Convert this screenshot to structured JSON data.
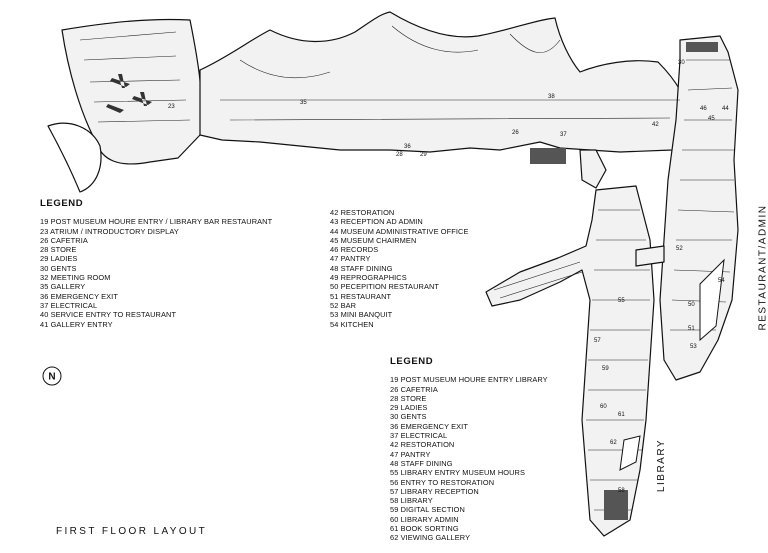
{
  "title": "FIRST FLOOR LAYOUT",
  "legend_left": {
    "heading": "LEGEND",
    "col1": [
      "19 POST MUSEUM HOURE ENTRY / LIBRARY BAR RESTAURANT",
      "23 ATRIUM / INTRODUCTORY DISPLAY",
      "26 CAFETRIA",
      "28 STORE",
      "29 LADIES",
      "30 GENTS",
      "32 MEETING ROOM",
      "35 GALLERY",
      "36 EMERGENCY EXIT",
      "37 ELECTRICAL",
      "40 SERVICE ENTRY TO RESTAURANT",
      "41 GALLERY ENTRY"
    ],
    "col2": [
      "42 RESTORATION",
      "43 RECEPTION AD ADMIN",
      "44 MUSEUM ADMINISTRATIVE OFFICE",
      "45 MUSEUM CHAIRMEN",
      "46 RECORDS",
      "47 PANTRY",
      "48 STAFF DINING",
      "49 REPROGRAPHICS",
      "50 PECEPITION RESTAURANT",
      "51 RESTAURANT",
      "52 BAR",
      "53 MINI BANQUIT",
      "54 KITCHEN"
    ]
  },
  "legend_right": {
    "heading": "LEGEND",
    "items": [
      "19 POST MUSEUM HOURE ENTRY LIBRARY",
      "26 CAFETRIA",
      "28 STORE",
      "29 LADIES",
      "30 GENTS",
      "36 EMERGENCY EXIT",
      "37 ELECTRICAL",
      "42 RESTORATION",
      "47 PANTRY",
      "48 STAFF DINING",
      "55 LIBRARY ENTRY MUSEUM HOURS",
      "56 ENTRY TO RESTORATION",
      "57 LIBRARY RECEPTION",
      "58 LIBRARY",
      "59 DIGITAL SECTION",
      "60 LIBRARY ADMIN",
      "61 BOOK SORTING",
      "62 VIEWING GALLERY"
    ]
  },
  "wing_labels": {
    "restaurant_admin": "RESTAURANT/ADMIN",
    "library": "LIBRARY"
  },
  "room_numbers": [
    "23",
    "35",
    "38",
    "42",
    "26",
    "37",
    "36",
    "29",
    "28",
    "30",
    "45",
    "46",
    "44",
    "54",
    "50",
    "51",
    "52",
    "53",
    "55",
    "58",
    "57",
    "59",
    "60",
    "61",
    "62"
  ],
  "north_label": "N"
}
